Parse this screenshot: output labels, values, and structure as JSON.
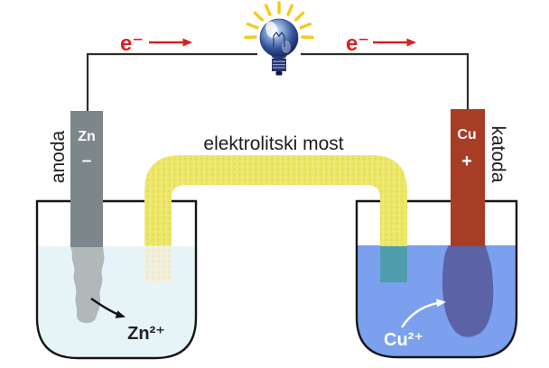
{
  "diagram": {
    "bridge_label": "elektrolitski most",
    "electron_flow_left": "e⁻",
    "electron_flow_right": "e⁻",
    "left_cell": {
      "role_label": "anoda",
      "electrode_symbol": "Zn",
      "electrode_sign": "–",
      "ion_label": "Zn²⁺"
    },
    "right_cell": {
      "role_label": "katoda",
      "electrode_symbol": "Cu",
      "electrode_sign": "+",
      "ion_label": "Cu²⁺"
    }
  },
  "colors": {
    "electron_red": "#d92121",
    "wire": "#2e2e2e",
    "outline": "#161616",
    "zinc_electrode": "#7d868b",
    "zinc_submerged": "#b1b8ba",
    "copper_electrode": "#a83d26",
    "copper_deposit": "#5b63a6",
    "left_solution": "#e7f4f7",
    "right_solution": "#7ba0ee",
    "salt_bridge": "#ebe666",
    "salt_bridge_in_left": "#f1efd8",
    "salt_bridge_in_right": "#4f9dac",
    "label_text": "#1d1d1d"
  }
}
